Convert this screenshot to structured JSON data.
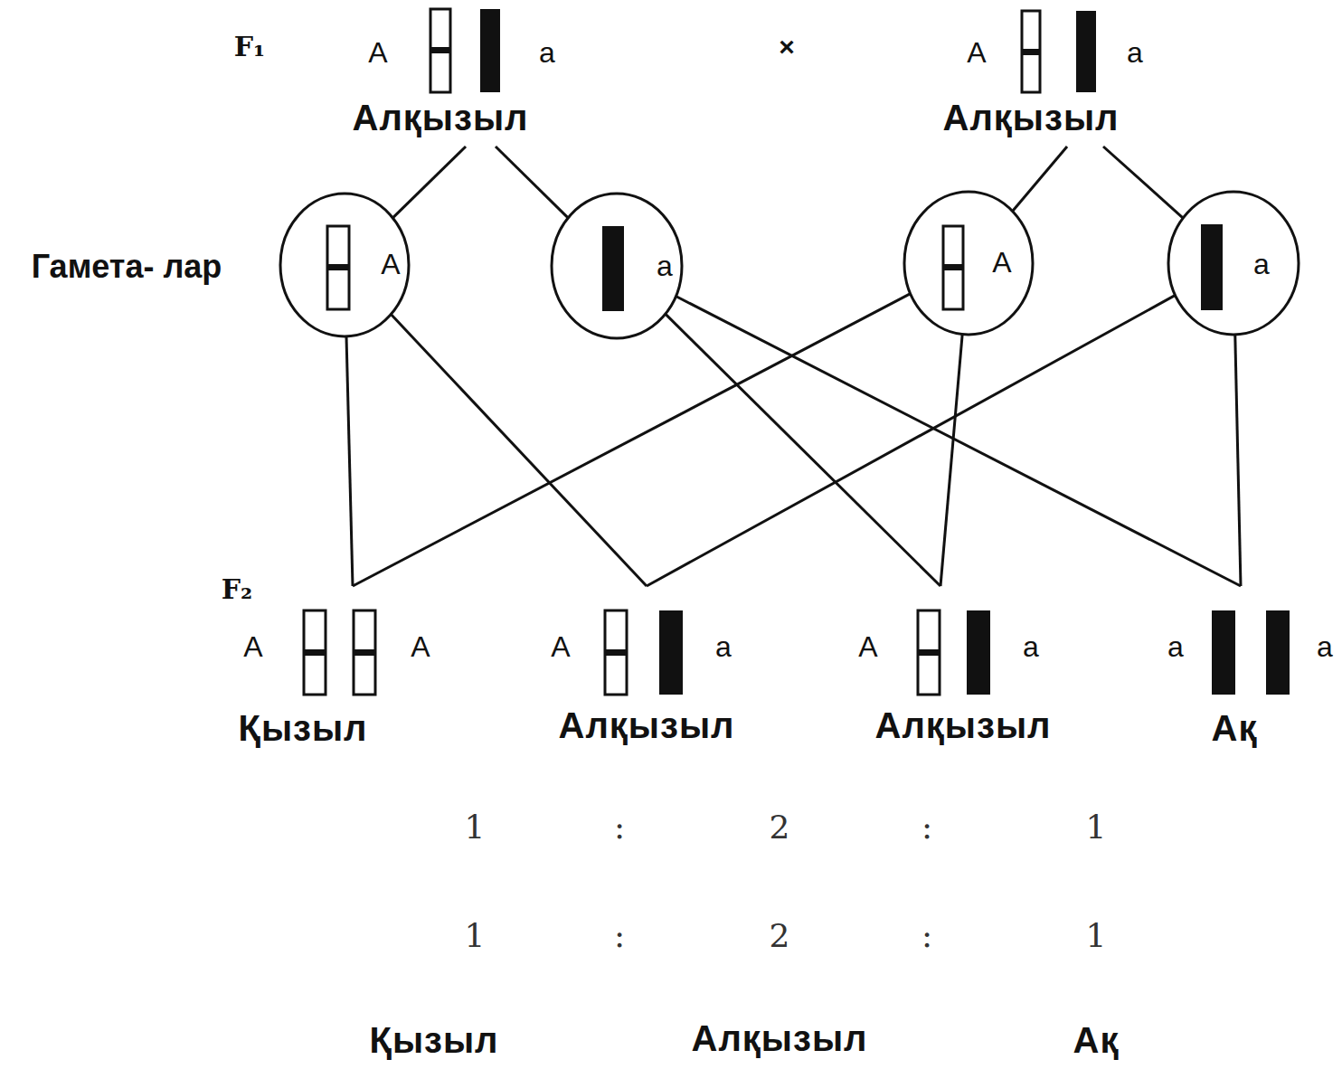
{
  "diagram": {
    "nodes": [
      {
        "text": [
          "A",
          "a",
          "Алқызыл"
        ]
      },
      {
        "text": [
          "A",
          "a",
          "Алқызыл"
        ]
      },
      {
        "text": [
          "A"
        ]
      },
      {
        "text": [
          "a"
        ]
      },
      {
        "text": [
          "A"
        ]
      },
      {
        "text": [
          "a"
        ]
      },
      {
        "text": [
          "A",
          "A",
          "Қызыл"
        ]
      },
      {
        "text": [
          "A",
          "a",
          "Алқызыл"
        ]
      },
      {
        "text": [
          "A",
          "a",
          "Алқызыл"
        ]
      },
      {
        "text": [
          "a",
          "a",
          "Ақ"
        ]
      }
    ],
    "edges": [
      {
        "from": 0,
        "to": 2,
        "arrow": "none"
      },
      {
        "from": 0,
        "to": 3,
        "arrow": "none"
      },
      {
        "from": 1,
        "to": 4,
        "arrow": "none"
      },
      {
        "from": 1,
        "to": 5,
        "arrow": "none"
      },
      {
        "from": 2,
        "to": 6,
        "arrow": "none"
      },
      {
        "from": 4,
        "to": 6,
        "arrow": "none"
      },
      {
        "from": 2,
        "to": 7,
        "arrow": "none"
      },
      {
        "from": 5,
        "to": 7,
        "arrow": "none"
      },
      {
        "from": 3,
        "to": 8,
        "arrow": "none"
      },
      {
        "from": 4,
        "to": 8,
        "arrow": "none"
      },
      {
        "from": 3,
        "to": 9,
        "arrow": "none"
      },
      {
        "from": 5,
        "to": 9,
        "arrow": "none"
      }
    ],
    "labels": [
      "F₁",
      "×",
      "Гамета- лар",
      "F₂",
      "1",
      ":",
      "2",
      ":",
      "1",
      "1",
      ":",
      "2",
      ":",
      "1",
      "Қызыл",
      "Алқызыл",
      "Ақ"
    ]
  }
}
